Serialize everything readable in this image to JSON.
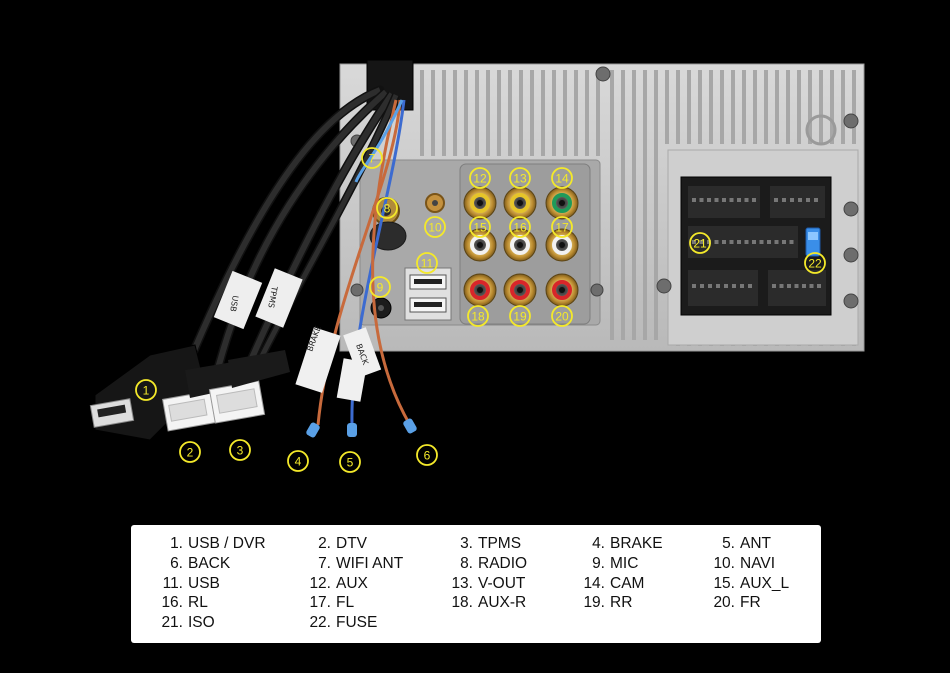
{
  "callouts": [
    {
      "n": "1"
    },
    {
      "n": "2"
    },
    {
      "n": "3"
    },
    {
      "n": "4"
    },
    {
      "n": "5"
    },
    {
      "n": "6"
    },
    {
      "n": "7"
    },
    {
      "n": "8"
    },
    {
      "n": "9"
    },
    {
      "n": "10"
    },
    {
      "n": "11"
    },
    {
      "n": "12"
    },
    {
      "n": "13"
    },
    {
      "n": "14"
    },
    {
      "n": "15"
    },
    {
      "n": "16"
    },
    {
      "n": "17"
    },
    {
      "n": "18"
    },
    {
      "n": "19"
    },
    {
      "n": "20"
    },
    {
      "n": "21"
    },
    {
      "n": "22"
    }
  ],
  "cable_labels": {
    "usb": "USB",
    "tpms": "TPMS",
    "brake": "BRAKE",
    "back": "BACK"
  },
  "legend": [
    {
      "num": "1.",
      "label": "USB / DVR"
    },
    {
      "num": "2.",
      "label": "DTV"
    },
    {
      "num": "3.",
      "label": "TPMS"
    },
    {
      "num": "4.",
      "label": "BRAKE"
    },
    {
      "num": "5.",
      "label": "ANT"
    },
    {
      "num": "6.",
      "label": "BACK"
    },
    {
      "num": "7.",
      "label": "WIFI ANT"
    },
    {
      "num": "8.",
      "label": "RADIO"
    },
    {
      "num": "9.",
      "label": "MIC"
    },
    {
      "num": "10.",
      "label": "NAVI"
    },
    {
      "num": "11.",
      "label": "USB"
    },
    {
      "num": "12.",
      "label": "AUX"
    },
    {
      "num": "13.",
      "label": "V-OUT"
    },
    {
      "num": "14.",
      "label": "CAM"
    },
    {
      "num": "15.",
      "label": "AUX_L"
    },
    {
      "num": "16.",
      "label": "RL"
    },
    {
      "num": "17.",
      "label": "FL"
    },
    {
      "num": "18.",
      "label": "AUX-R"
    },
    {
      "num": "19.",
      "label": "RR"
    },
    {
      "num": "20.",
      "label": "FR"
    },
    {
      "num": "21.",
      "label": "ISO"
    },
    {
      "num": "22.",
      "label": "FUSE"
    }
  ],
  "colors": {
    "background": "#000000",
    "callout": "#f4e92a",
    "chassis": "#c8c8c8",
    "legend_bg": "#ffffff"
  }
}
